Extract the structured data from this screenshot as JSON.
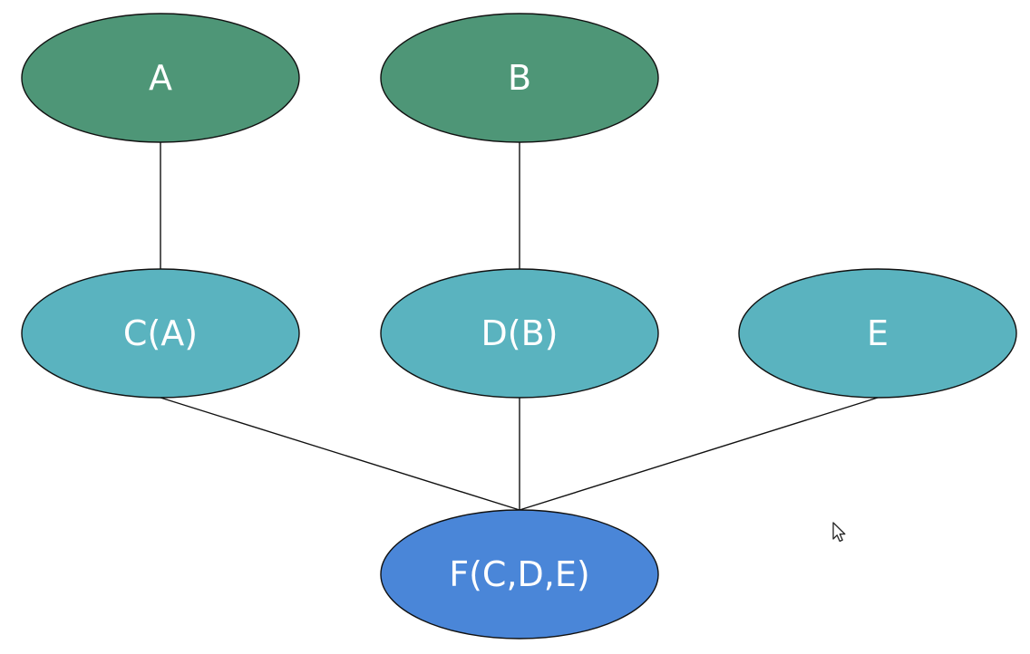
{
  "diagram": {
    "nodes": [
      {
        "id": "a",
        "label": "A",
        "color": "#4e9677"
      },
      {
        "id": "b",
        "label": "B",
        "color": "#4e9677"
      },
      {
        "id": "c",
        "label": "C(A)",
        "color": "#5ab3bf"
      },
      {
        "id": "d",
        "label": "D(B)",
        "color": "#5ab3bf"
      },
      {
        "id": "e",
        "label": "E",
        "color": "#5ab3bf"
      },
      {
        "id": "f",
        "label": "F(C,D,E)",
        "color": "#4a86d8"
      }
    ],
    "edges": [
      {
        "from": "a",
        "to": "c"
      },
      {
        "from": "b",
        "to": "d"
      },
      {
        "from": "c",
        "to": "f"
      },
      {
        "from": "d",
        "to": "f"
      },
      {
        "from": "e",
        "to": "f"
      }
    ]
  },
  "cursor": {
    "icon": "mouse-pointer-icon"
  }
}
